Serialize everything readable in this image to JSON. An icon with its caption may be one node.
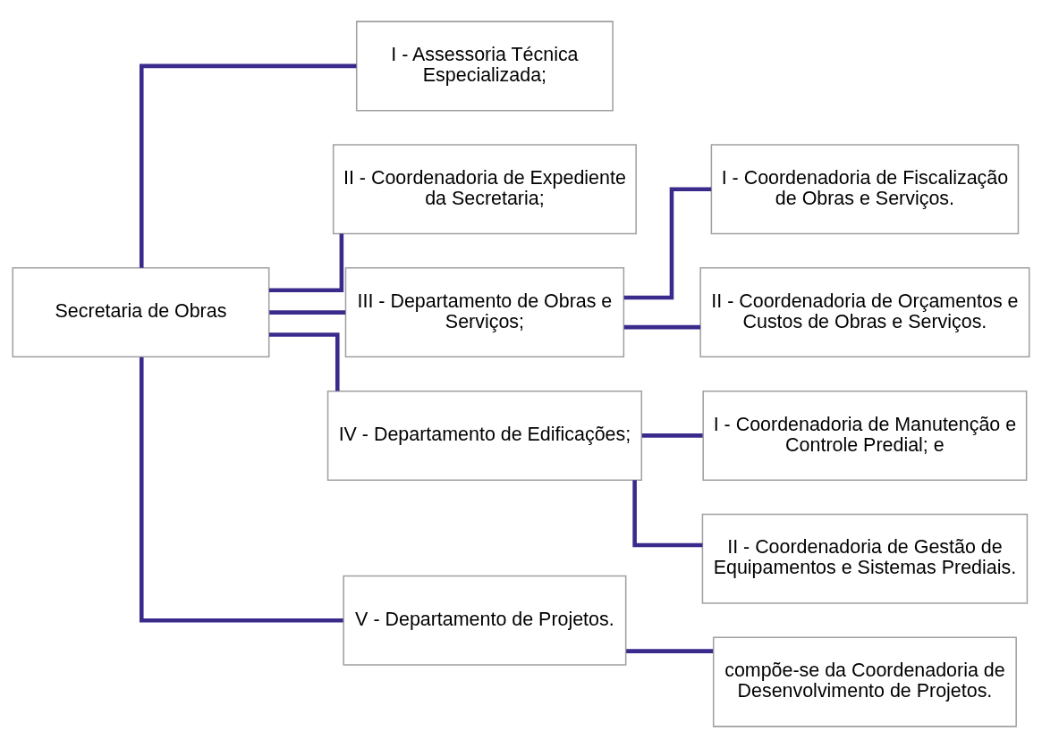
{
  "diagram": {
    "nodes": [
      {
        "text": [
          "Secretaria de Obras"
        ]
      },
      {
        "text": [
          "I - Assessoria Técnica Especializada;"
        ]
      },
      {
        "text": [
          "II - Coordenadoria de Expediente da Secretaria;"
        ]
      },
      {
        "text": [
          "III - Departamento de Obras e Serviços;"
        ]
      },
      {
        "text": [
          "I - Coordenadoria de Fiscalização de Obras e Serviços."
        ]
      },
      {
        "text": [
          "II - Coordenadoria de Orçamentos e Custos de Obras e Serviços."
        ]
      },
      {
        "text": [
          "IV - Departamento de Edificações;"
        ]
      },
      {
        "text": [
          "I - Coordenadoria de Manutenção e Controle Predial; e"
        ]
      },
      {
        "text": [
          "II - Coordenadoria de Gestão de Equipamentos e Sistemas Prediais."
        ]
      },
      {
        "text": [
          "V - Departamento de Projetos."
        ]
      },
      {
        "text": [
          "compõe-se da Coordenadoria de Desenvolvimento de Projetos."
        ]
      }
    ],
    "edges": [
      {
        "from": 0,
        "to": 1,
        "arrow": "none"
      },
      {
        "from": 0,
        "to": 2,
        "arrow": "none"
      },
      {
        "from": 0,
        "to": 3,
        "arrow": "none"
      },
      {
        "from": 3,
        "to": 4,
        "arrow": "none"
      },
      {
        "from": 3,
        "to": 5,
        "arrow": "none"
      },
      {
        "from": 0,
        "to": 6,
        "arrow": "none"
      },
      {
        "from": 6,
        "to": 7,
        "arrow": "none"
      },
      {
        "from": 6,
        "to": 8,
        "arrow": "none"
      },
      {
        "from": 0,
        "to": 9,
        "arrow": "none"
      },
      {
        "from": 9,
        "to": 10,
        "arrow": "none"
      }
    ]
  }
}
